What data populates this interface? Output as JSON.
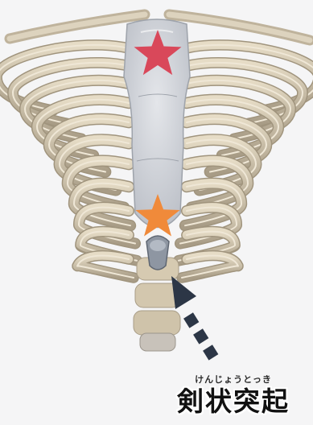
{
  "caption": {
    "furigana": "けんじょうとっき",
    "term": "剣状突起"
  },
  "markers": [
    {
      "name": "upper-star-marker",
      "color": "#d9485a"
    },
    {
      "name": "lower-star-marker",
      "color": "#f08a3a"
    }
  ],
  "arrow": {
    "color": "#2c3646"
  },
  "colors": {
    "bone": "#d8ccb4",
    "bone_shade": "#a89c86",
    "cartilage": "#b8bec6",
    "background": "#f5f5f6"
  }
}
